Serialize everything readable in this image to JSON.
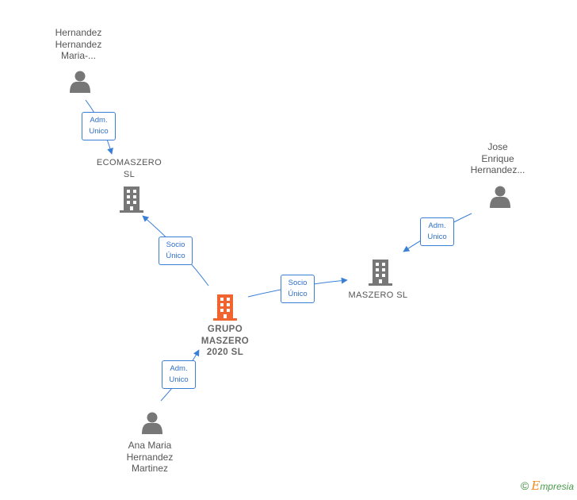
{
  "nodes": {
    "person_hernandez_maria": {
      "label": "Hernandez\nHernandez\nMaria-..."
    },
    "company_ecomaszero": {
      "label": "ECOMASZERO\nSL"
    },
    "person_jose_enrique": {
      "label": "Jose\nEnrique\nHernandez..."
    },
    "company_maszero": {
      "label": "MASZERO  SL"
    },
    "company_grupo_maszero": {
      "label": "GRUPO\nMASZERO\n2020  SL"
    },
    "person_ana_maria": {
      "label": "Ana Maria\nHernandez\nMartinez"
    }
  },
  "edges": {
    "adm_maria_ecomaszero": {
      "label": "Adm.\nUnico"
    },
    "socio_grupo_ecomaszero": {
      "label": "Socio\nÚnico"
    },
    "socio_grupo_maszero": {
      "label": "Socio\nÚnico"
    },
    "adm_jose_maszero": {
      "label": "Adm.\nUnico"
    },
    "adm_ana_grupo": {
      "label": "Adm.\nUnico"
    }
  },
  "colors": {
    "edge": "#3a7fd6",
    "person_icon": "#777777",
    "company_icon": "#777777",
    "main_company_icon": "#f0652f"
  },
  "footer": {
    "copyright": "©",
    "brand_initial": "E",
    "brand_rest": "mpresia"
  }
}
